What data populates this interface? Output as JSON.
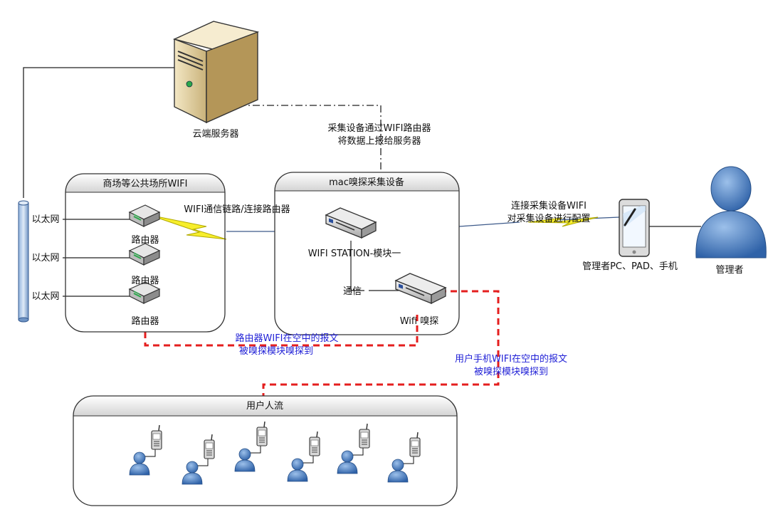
{
  "cloud_server": {
    "label": "云端服务器"
  },
  "upload_note": {
    "line1": "采集设备通过WIFI路由器",
    "line2": "将数据上报给服务器"
  },
  "public_wifi_group": {
    "title": "商场等公共场所WIFI",
    "routers": [
      {
        "label": "路由器",
        "eth_label": "以太网"
      },
      {
        "label": "路由器",
        "eth_label": "以太网"
      },
      {
        "label": "路由器",
        "eth_label": "以太网"
      }
    ]
  },
  "wifi_link": {
    "label": "WIFI通信链路/连接路由器"
  },
  "mac_group": {
    "title": "mac嗅探采集设备",
    "station_label": "WIFI STATION-模块一",
    "comm_label": "通信",
    "sniffer_label": "Wifi 嗅探"
  },
  "config_note": {
    "line1": "连接采集设备WIFI",
    "line2": "对采集设备进行配置"
  },
  "admin_devices": {
    "label": "管理者PC、PAD、手机"
  },
  "admin": {
    "label": "管理者"
  },
  "router_sniff_note": {
    "line1": "路由器WIFI在空中的报文",
    "line2": "被嗅探模块嗅探到"
  },
  "phone_sniff_note": {
    "line1": "用户手机WIFI在空中的报文",
    "line2": "被嗅探模块嗅探到"
  },
  "crowd_group": {
    "title": "用户人流"
  },
  "colors": {
    "sniff_line": "#e41e1e",
    "blue_text": "#1f1fd6",
    "person": "#4a7fc0"
  }
}
